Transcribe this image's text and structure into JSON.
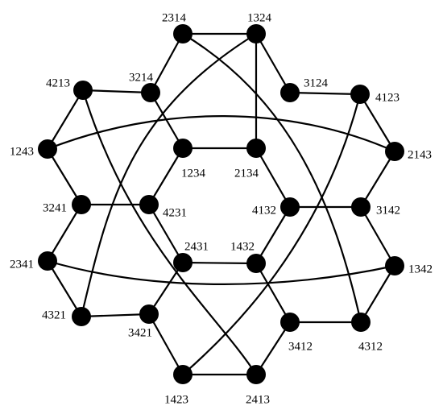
{
  "graph": {
    "node_color": "#000000",
    "edge_color": "#000000",
    "nodes": [
      {
        "id": "2314",
        "label": "2314"
      },
      {
        "id": "1324",
        "label": "1324"
      },
      {
        "id": "4213",
        "label": "4213"
      },
      {
        "id": "3214",
        "label": "3214"
      },
      {
        "id": "3124",
        "label": "3124"
      },
      {
        "id": "4123",
        "label": "4123"
      },
      {
        "id": "1243",
        "label": "1243"
      },
      {
        "id": "1234",
        "label": "1234"
      },
      {
        "id": "2134",
        "label": "2134"
      },
      {
        "id": "2143",
        "label": "2143"
      },
      {
        "id": "3241",
        "label": "3241"
      },
      {
        "id": "4231",
        "label": "4231"
      },
      {
        "id": "4132",
        "label": "4132"
      },
      {
        "id": "3142",
        "label": "3142"
      },
      {
        "id": "2341",
        "label": "2341"
      },
      {
        "id": "2431",
        "label": "2431"
      },
      {
        "id": "1432",
        "label": "1432"
      },
      {
        "id": "1342",
        "label": "1342"
      },
      {
        "id": "4321",
        "label": "4321"
      },
      {
        "id": "3421",
        "label": "3421"
      },
      {
        "id": "3412",
        "label": "3412"
      },
      {
        "id": "4312",
        "label": "4312"
      },
      {
        "id": "1423",
        "label": "1423"
      },
      {
        "id": "2413",
        "label": "2413"
      }
    ],
    "edges": [
      [
        "2314",
        "1324"
      ],
      [
        "2314",
        "3214"
      ],
      [
        "1324",
        "3124"
      ],
      [
        "4213",
        "3214"
      ],
      [
        "3124",
        "4123"
      ],
      [
        "4213",
        "1243"
      ],
      [
        "4123",
        "2143"
      ],
      [
        "1234",
        "2134"
      ],
      [
        "1243",
        "3241"
      ],
      [
        "2143",
        "3142"
      ],
      [
        "3241",
        "4231"
      ],
      [
        "4132",
        "3142"
      ],
      [
        "4231",
        "2431"
      ],
      [
        "1432",
        "4132"
      ],
      [
        "3241",
        "2341"
      ],
      [
        "3142",
        "1342"
      ],
      [
        "2431",
        "1432"
      ],
      [
        "2341",
        "4321"
      ],
      [
        "1342",
        "4312"
      ],
      [
        "4321",
        "3421"
      ],
      [
        "3412",
        "4312"
      ],
      [
        "3421",
        "1423"
      ],
      [
        "2413",
        "3412"
      ],
      [
        "1423",
        "2413"
      ],
      [
        "3214",
        "1234"
      ],
      [
        "1234",
        "4231"
      ],
      [
        "2134",
        "1324"
      ],
      [
        "2134",
        "4132"
      ],
      [
        "2431",
        "3421"
      ],
      [
        "1432",
        "3412"
      ],
      [
        "2314",
        "4312"
      ],
      [
        "1324",
        "4321"
      ],
      [
        "4213",
        "2413"
      ],
      [
        "4123",
        "1423"
      ],
      [
        "1243",
        "2143"
      ],
      [
        "2341",
        "1342"
      ]
    ]
  }
}
